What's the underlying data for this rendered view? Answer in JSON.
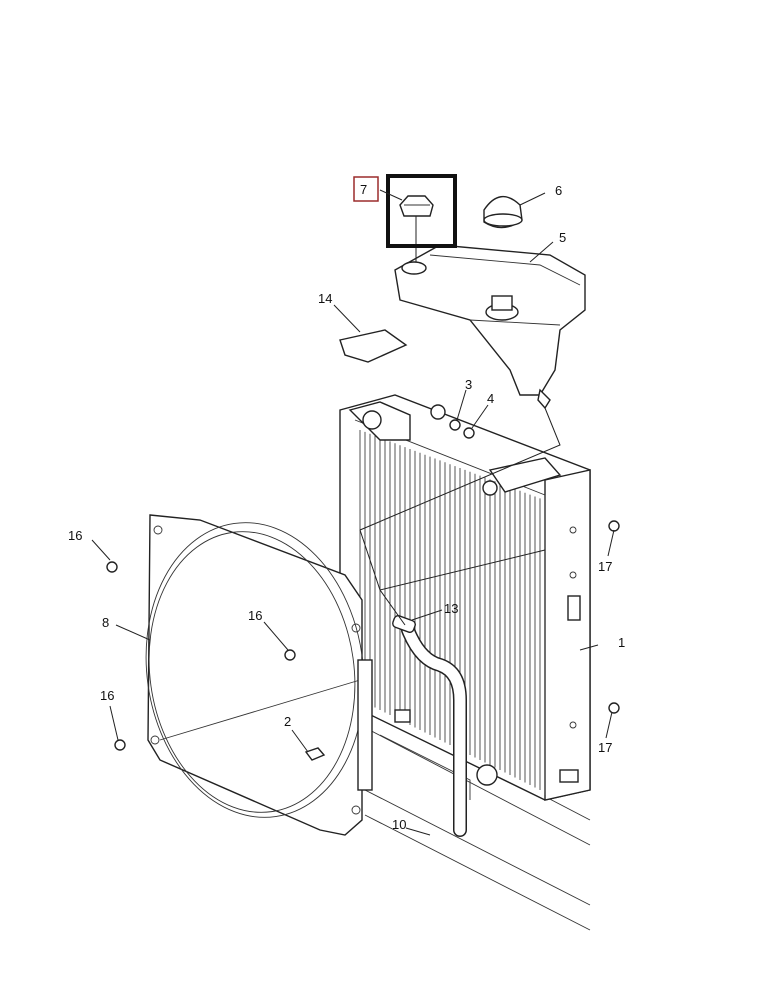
{
  "diagram": {
    "callouts": {
      "c1": "1",
      "c2": "2",
      "c3": "3",
      "c4": "4",
      "c5": "5",
      "c6": "6",
      "c7": "7",
      "c8": "8",
      "c10": "10",
      "c13": "13",
      "c14": "14",
      "c16a": "16",
      "c16b": "16",
      "c16c": "16",
      "c17a": "17",
      "c17b": "17"
    },
    "highlight": {
      "part": "7",
      "color": "#9b2c2c"
    }
  }
}
